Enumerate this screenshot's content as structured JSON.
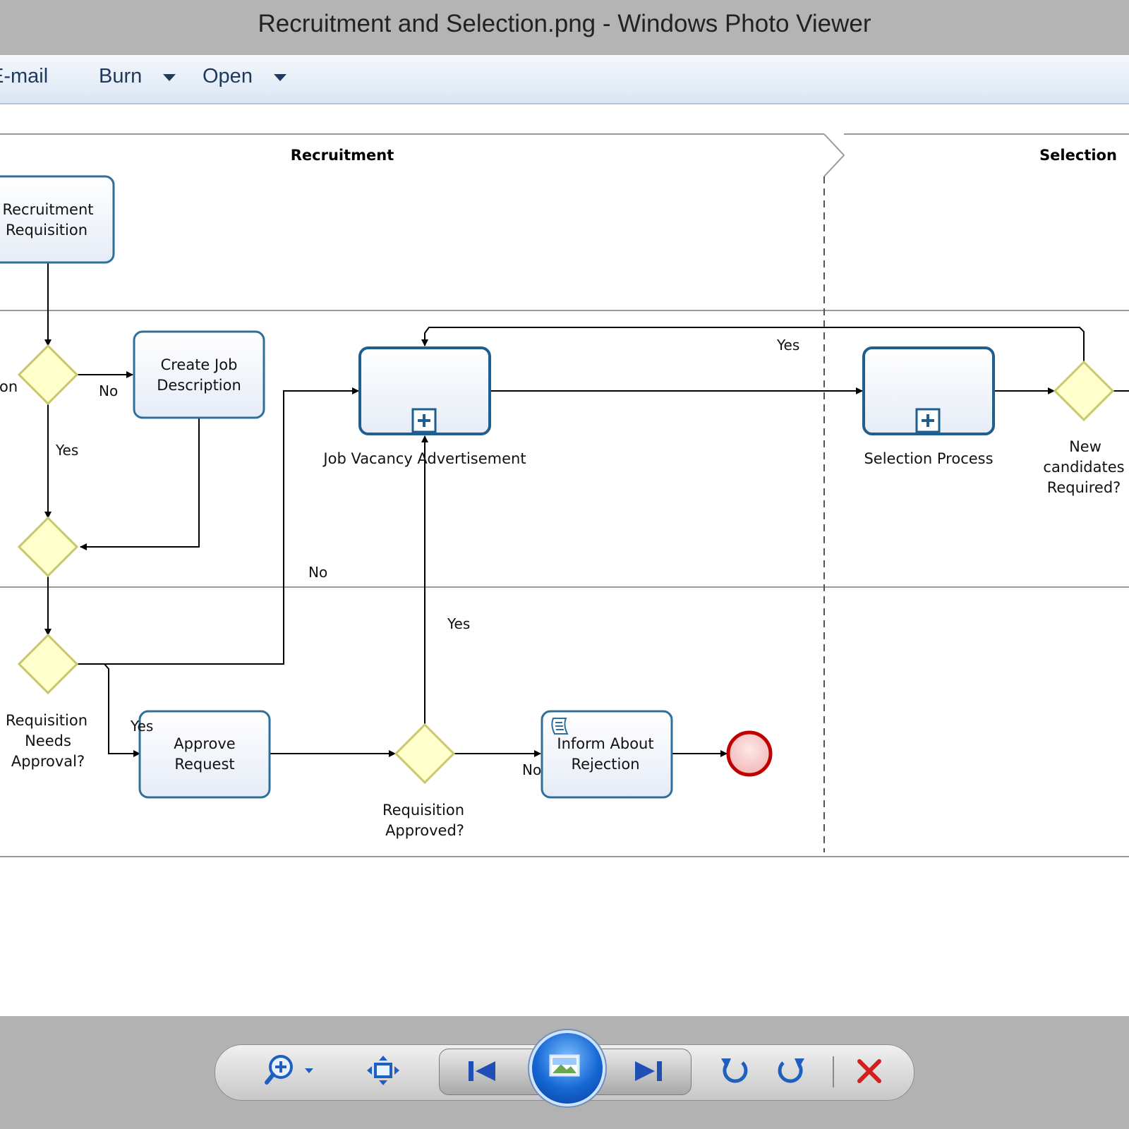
{
  "window": {
    "title": "Recruitment and Selection.png - Windows Photo Viewer"
  },
  "menu": {
    "email": "E-mail",
    "burn": "Burn",
    "open": "Open"
  },
  "diagram": {
    "lanes": {
      "recruitment": "Recruitment",
      "selection": "Selection"
    },
    "tasks": {
      "recruitment_requisition": [
        "Recruitment",
        "Requisition"
      ],
      "create_job_description": [
        "Create Job",
        "Description"
      ],
      "job_vacancy_advertisement": "Job Vacancy Advertisement",
      "selection_process": "Selection Process",
      "approve_request": [
        "Approve",
        "Request"
      ],
      "inform_about_rejection": [
        "Inform About",
        "Rejection"
      ]
    },
    "gateways": {
      "left_partial": "on",
      "requisition_needs_approval": [
        "Requisition",
        "Needs",
        "Approval?"
      ],
      "requisition_approved": [
        "Requisition",
        "Approved?"
      ],
      "new_candidates_required": [
        "New",
        "candidates",
        "Required?"
      ]
    },
    "flow_labels": {
      "no_1": "No",
      "yes_1": "Yes",
      "no_2": "No",
      "yes_2": "Yes",
      "yes_3": "Yes",
      "no_3": "No",
      "yes_4": "Yes"
    },
    "colors": {
      "task_stroke": "#2f6f9a",
      "gateway_fill": "#ffffcc",
      "gateway_stroke": "#c8c86a",
      "end_event": "#c00000"
    }
  },
  "toolbar": {
    "icons": [
      "zoom-icon",
      "fit-icon",
      "previous-icon",
      "slideshow-icon",
      "next-icon",
      "rotate-left-icon",
      "rotate-right-icon",
      "delete-icon"
    ]
  }
}
